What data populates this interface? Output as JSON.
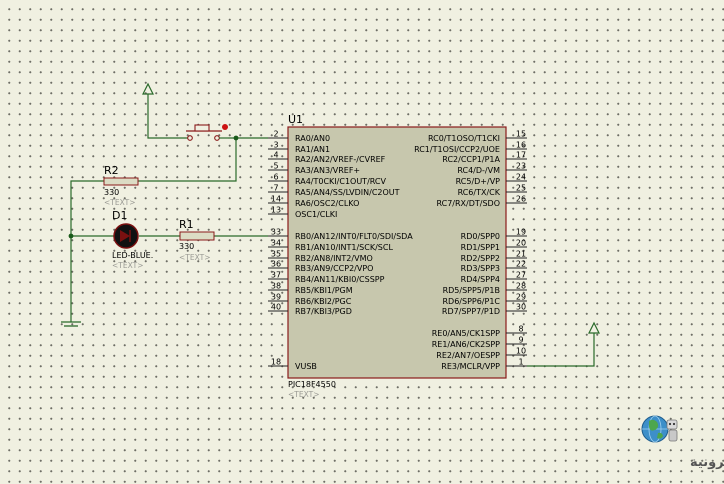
{
  "chip": {
    "ref": "U1",
    "part": "PIC18F4550",
    "text_placeholder": "<TEXT>",
    "left_pins": [
      {
        "num": "2",
        "name": "RA0/AN0"
      },
      {
        "num": "3",
        "name": "RA1/AN1"
      },
      {
        "num": "4",
        "name": "RA2/AN2/VREF-/CVREF"
      },
      {
        "num": "5",
        "name": "RA3/AN3/VREF+"
      },
      {
        "num": "6",
        "name": "RA4/T0CKI/C1OUT/RCV"
      },
      {
        "num": "7",
        "name": "RA5/AN4/SS/LVDIN/C2OUT"
      },
      {
        "num": "14",
        "name": "RA6/OSC2/CLKO"
      },
      {
        "num": "13",
        "name": "OSC1/CLKI"
      },
      {
        "num": "33",
        "name": "RB0/AN12/INT0/FLT0/SDI/SDA"
      },
      {
        "num": "34",
        "name": "RB1/AN10/INT1/SCK/SCL"
      },
      {
        "num": "35",
        "name": "RB2/AN8/INT2/VMO"
      },
      {
        "num": "36",
        "name": "RB3/AN9/CCP2/VPO"
      },
      {
        "num": "37",
        "name": "RB4/AN11/KBI0/CSSPP"
      },
      {
        "num": "38",
        "name": "RB5/KBI1/PGM"
      },
      {
        "num": "39",
        "name": "RB6/KBI2/PGC"
      },
      {
        "num": "40",
        "name": "RB7/KBI3/PGD"
      },
      {
        "num": "18",
        "name": "VUSB"
      }
    ],
    "right_pins": [
      {
        "num": "15",
        "name": "RC0/T1OSO/T1CKI"
      },
      {
        "num": "16",
        "name": "RC1/T1OSI/CCP2/UOE"
      },
      {
        "num": "17",
        "name": "RC2/CCP1/P1A"
      },
      {
        "num": "23",
        "name": "RC4/D-/VM"
      },
      {
        "num": "24",
        "name": "RC5/D+/VP"
      },
      {
        "num": "25",
        "name": "RC6/TX/CK"
      },
      {
        "num": "26",
        "name": "RC7/RX/DT/SDO"
      },
      {
        "num": "19",
        "name": "RD0/SPP0"
      },
      {
        "num": "20",
        "name": "RD1/SPP1"
      },
      {
        "num": "21",
        "name": "RD2/SPP2"
      },
      {
        "num": "22",
        "name": "RD3/SPP3"
      },
      {
        "num": "27",
        "name": "RD4/SPP4"
      },
      {
        "num": "28",
        "name": "RD5/SPP5/P1B"
      },
      {
        "num": "29",
        "name": "RD6/SPP6/P1C"
      },
      {
        "num": "30",
        "name": "RD7/SPP7/P1D"
      },
      {
        "num": "8",
        "name": "RE0/AN5/CK1SPP"
      },
      {
        "num": "9",
        "name": "RE1/AN6/CK2SPP"
      },
      {
        "num": "10",
        "name": "RE2/AN7/OESPP"
      },
      {
        "num": "1",
        "name": "RE3/MCLR/VPP"
      }
    ]
  },
  "r2": {
    "ref": "R2",
    "value": "330",
    "text_placeholder": "<TEXT>"
  },
  "r1": {
    "ref": "R1",
    "value": "330",
    "text_placeholder": "<TEXT>"
  },
  "d1": {
    "ref": "D1",
    "value": "LED-BLUE.",
    "text_placeholder": "<TEXT>"
  },
  "watermark": {
    "text": "القرية الالكترونية",
    "icon": "globe-robot-icon"
  },
  "colors": {
    "wire": "#2a6a2a",
    "chip_fill": "#c7c7ad",
    "chip_border": "#8a1a1a",
    "resistor_fill": "#dcdcc4",
    "led_fill": "#111111",
    "led_glow": "#7a1010",
    "pin_line": "#222222",
    "junction": "#1a5a1a"
  }
}
